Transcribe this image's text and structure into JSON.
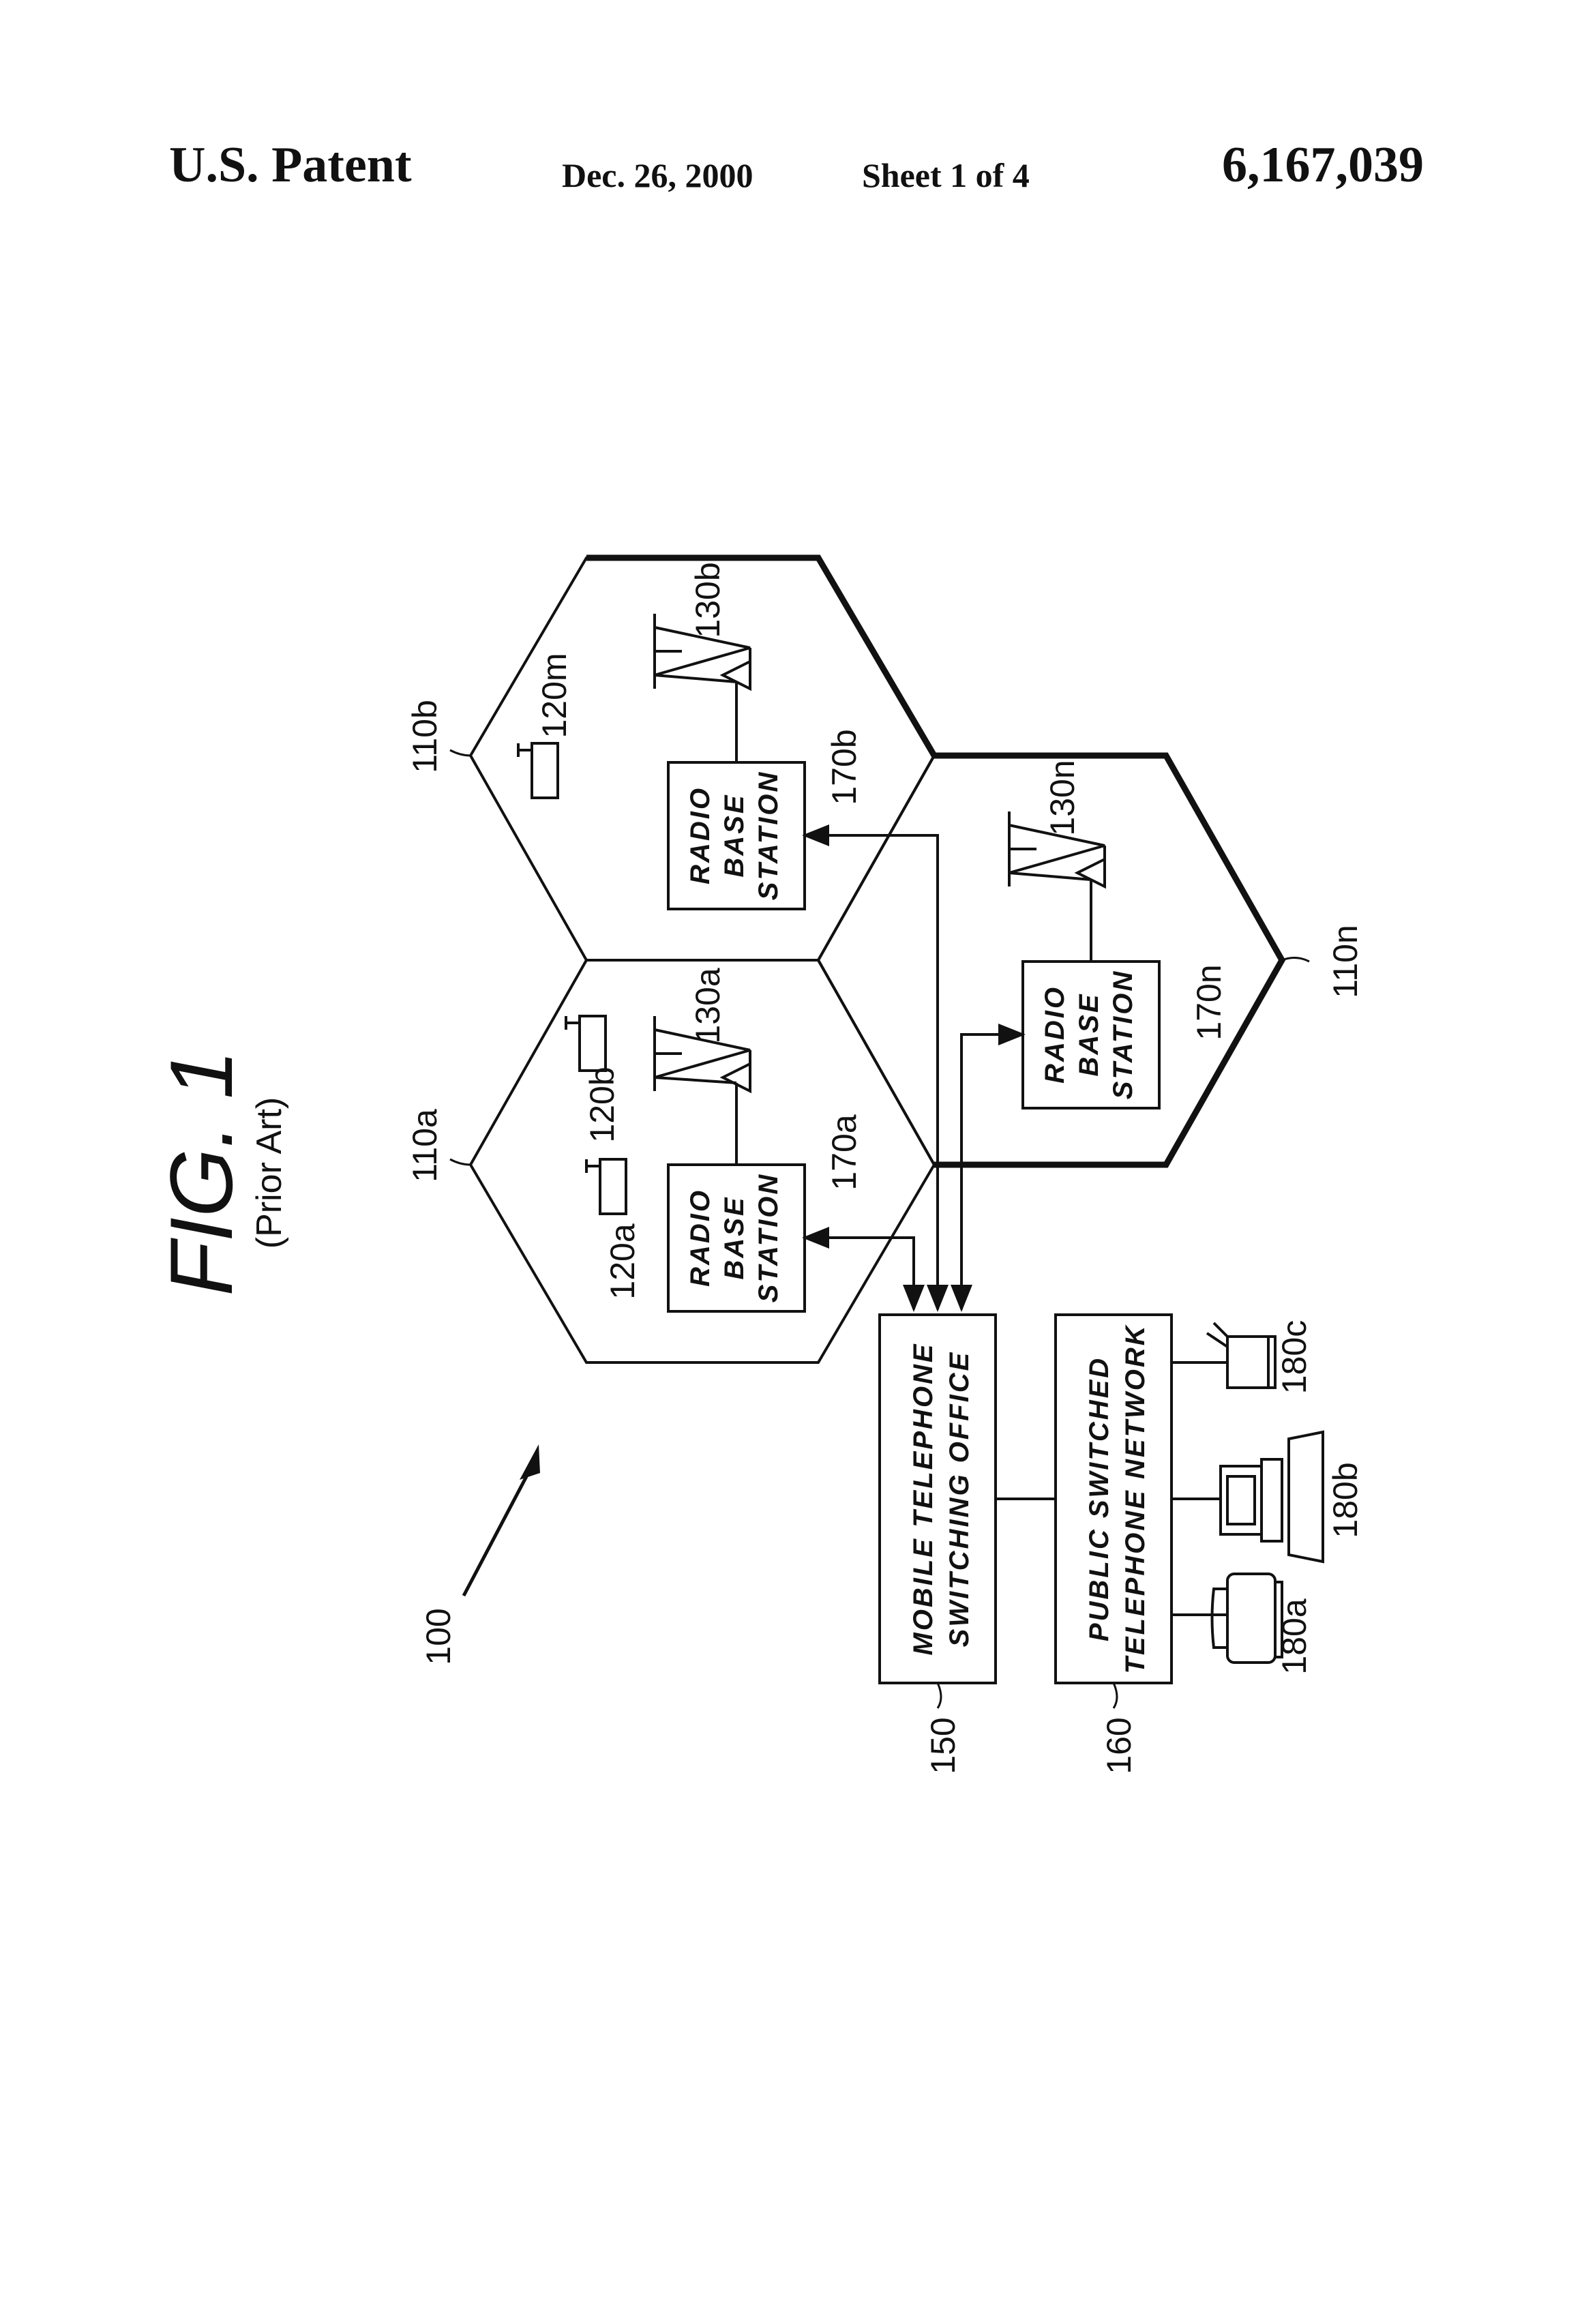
{
  "header": {
    "left": "U.S. Patent",
    "date": "Dec. 26, 2000",
    "sheet": "Sheet 1 of 4",
    "patent_number": "6,167,039"
  },
  "figure": {
    "title": "FIG. 1",
    "subtitle": "(Prior Art)",
    "system_ref": "100",
    "cells": [
      {
        "ref": "110a"
      },
      {
        "ref": "110b"
      },
      {
        "ref": "110n"
      }
    ],
    "mobiles": [
      "120a",
      "120b",
      "120m"
    ],
    "antennas": [
      "130a",
      "130b",
      "130n"
    ],
    "base_stations": [
      {
        "ref": "170a",
        "lines": [
          "RADIO",
          "BASE",
          "STATION"
        ]
      },
      {
        "ref": "170b",
        "lines": [
          "RADIO",
          "BASE",
          "STATION"
        ]
      },
      {
        "ref": "170n",
        "lines": [
          "RADIO",
          "BASE",
          "STATION"
        ]
      }
    ],
    "mtso": {
      "ref": "150",
      "lines": [
        "MOBILE TELEPHONE",
        "SWITCHING OFFICE"
      ]
    },
    "pstn": {
      "ref": "160",
      "lines": [
        "PUBLIC SWITCHED",
        "TELEPHONE NETWORK"
      ]
    },
    "terminals": [
      "180a",
      "180b",
      "180c"
    ]
  }
}
